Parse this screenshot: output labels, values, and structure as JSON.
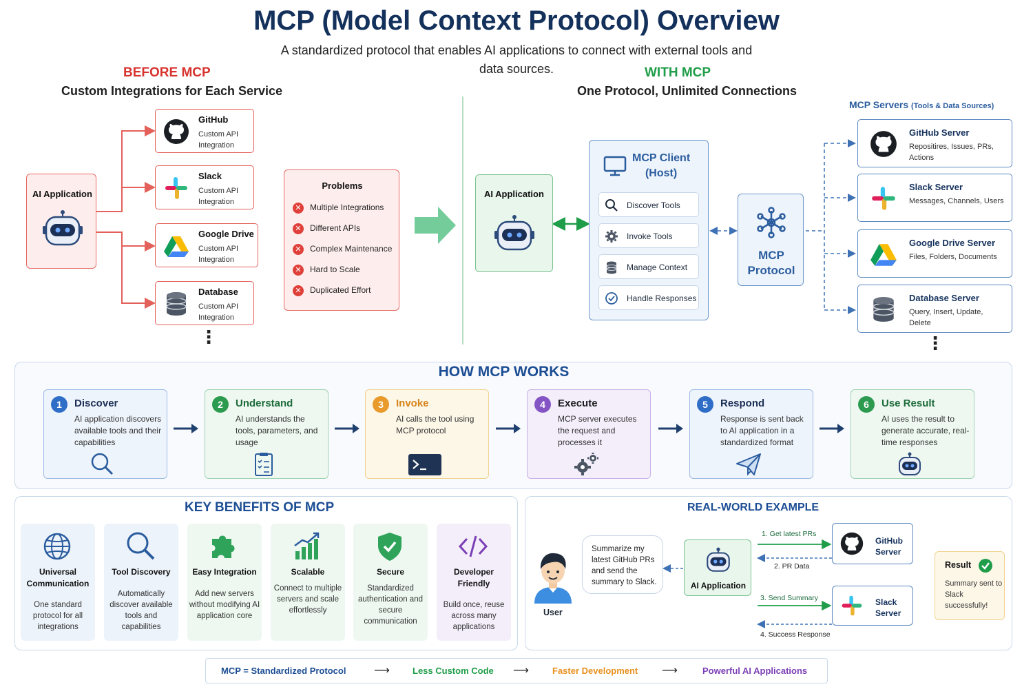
{
  "header": {
    "title": "MCP (Model Context Protocol) Overview",
    "subtitle": "A standardized protocol that enables AI applications to connect with external tools and data sources."
  },
  "before": {
    "heading": "BEFORE MCP",
    "subheading": "Custom Integrations for Each Service",
    "app_label": "AI Application",
    "services": [
      {
        "name": "GitHub",
        "desc": "Custom API Integration",
        "icon": "github-icon"
      },
      {
        "name": "Slack",
        "desc": "Custom API Integration",
        "icon": "slack-icon"
      },
      {
        "name": "Google Drive",
        "desc": "Custom API Integration",
        "icon": "google-drive-icon"
      },
      {
        "name": "Database",
        "desc": "Custom API Integration",
        "icon": "database-icon"
      }
    ],
    "more": "⋮",
    "problems": {
      "title": "Problems",
      "items": [
        "Multiple Integrations",
        "Different APIs",
        "Complex Maintenance",
        "Hard to Scale",
        "Duplicated Effort"
      ]
    }
  },
  "with": {
    "heading": "WITH MCP",
    "subheading": "One Protocol, Unlimited Connections",
    "app_label": "AI Application",
    "client": {
      "title_line1": "MCP Client",
      "title_line2": "(Host)",
      "items": [
        {
          "label": "Discover Tools",
          "icon": "search-icon"
        },
        {
          "label": "Invoke Tools",
          "icon": "gear-icon"
        },
        {
          "label": "Manage Context",
          "icon": "database-icon"
        },
        {
          "label": "Handle Responses",
          "icon": "check-circle-icon"
        }
      ]
    },
    "protocol": {
      "line1": "MCP",
      "line2": "Protocol"
    },
    "servers_heading": "MCP Servers",
    "servers_heading_note": "(Tools & Data Sources)",
    "servers": [
      {
        "name": "GitHub Server",
        "desc": "Repositires, Issues, PRs, Actions",
        "icon": "github-icon"
      },
      {
        "name": "Slack Server",
        "desc": "Messages, Channels, Users",
        "icon": "slack-icon"
      },
      {
        "name": "Google Drive Server",
        "desc": "Files, Folders, Documents",
        "icon": "google-drive-icon"
      },
      {
        "name": "Database Server",
        "desc": "Query, Insert, Update, Delete",
        "icon": "database-icon"
      }
    ],
    "more": "⋮"
  },
  "how": {
    "title": "HOW MCP WORKS",
    "steps": [
      {
        "num": "1",
        "title": "Discover",
        "desc": "AI application discovers available tools and their capabilities",
        "color": "#2f6ec7",
        "bg": "#eef4fc",
        "border": "#9dbbe3",
        "icon": "search-icon"
      },
      {
        "num": "2",
        "title": "Understand",
        "desc": "AI understands the tools, parameters, and usage",
        "color": "#2c9a4f",
        "bg": "#eef8f1",
        "border": "#9fd3b0",
        "icon": "checklist-icon"
      },
      {
        "num": "3",
        "title": "Invoke",
        "desc": "AI calls the tool using MCP protocol",
        "color": "#e89a2b",
        "bg": "#fdf7e8",
        "border": "#f0d28e",
        "icon": "terminal-icon"
      },
      {
        "num": "4",
        "title": "Execute",
        "desc": "MCP server executes the request and processes it",
        "color": "#8554c4",
        "bg": "#f4eefb",
        "border": "#c9b1e6",
        "icon": "gears-icon"
      },
      {
        "num": "5",
        "title": "Respond",
        "desc": "Response is sent back to AI application in a standardized format",
        "color": "#2f6ec7",
        "bg": "#eef4fc",
        "border": "#9dbbe3",
        "icon": "paper-plane-icon"
      },
      {
        "num": "6",
        "title": "Use Result",
        "desc": "AI uses the result to generate accurate, real-time responses",
        "color": "#2c9a4f",
        "bg": "#eef8f1",
        "border": "#9fd3b0",
        "icon": "robot-icon"
      }
    ]
  },
  "benefits": {
    "title": "KEY BENEFITS OF MCP",
    "items": [
      {
        "title": "Universal Communication",
        "desc": "One standard protocol for all integrations",
        "icon": "globe-icon",
        "bg": "#edf3fb"
      },
      {
        "title": "Tool Discovery",
        "desc": "Automatically discover available tools and capabilities",
        "icon": "search-icon",
        "bg": "#edf3fb"
      },
      {
        "title": "Easy Integration",
        "desc": "Add new servers without modifying AI application core",
        "icon": "puzzle-icon",
        "bg": "#eef8f1"
      },
      {
        "title": "Scalable",
        "desc": "Connect to multiple servers and scale effortlessly",
        "icon": "bar-chart-icon",
        "bg": "#eef8f1"
      },
      {
        "title": "Secure",
        "desc": "Standardized authentication and secure communication",
        "icon": "shield-icon",
        "bg": "#eef8f1"
      },
      {
        "title": "Developer Friendly",
        "desc": "Build once, reuse across many applications",
        "icon": "code-icon",
        "bg": "#f4eefb"
      }
    ]
  },
  "example": {
    "title": "REAL-WORLD EXAMPLE",
    "user_label": "User",
    "bubble": "Summarize my latest GitHub PRs and send the summary to Slack.",
    "app_label": "AI Application",
    "github_line1": "GitHub",
    "github_line2": "Server",
    "slack_line1": "Slack",
    "slack_line2": "Server",
    "flows": [
      "1. Get latest PRs",
      "2. PR Data",
      "3. Send Summary",
      "4. Success Response"
    ],
    "result_title": "Result",
    "result_desc": "Summary sent to Slack successfully!"
  },
  "footer": {
    "items": [
      {
        "label": "MCP = Standardized Protocol",
        "color": "#1c4d94"
      },
      {
        "label": "Less Custom Code",
        "color": "#1f9d49"
      },
      {
        "label": "Faster Development",
        "color": "#e8901f"
      },
      {
        "label": "Powerful AI Applications",
        "color": "#7b3fb5"
      }
    ],
    "arrow": "⟶"
  },
  "colors": {
    "navy": "#14315c",
    "red": "#d7332f",
    "green": "#1f9d49",
    "blue": "#1c4d94"
  }
}
